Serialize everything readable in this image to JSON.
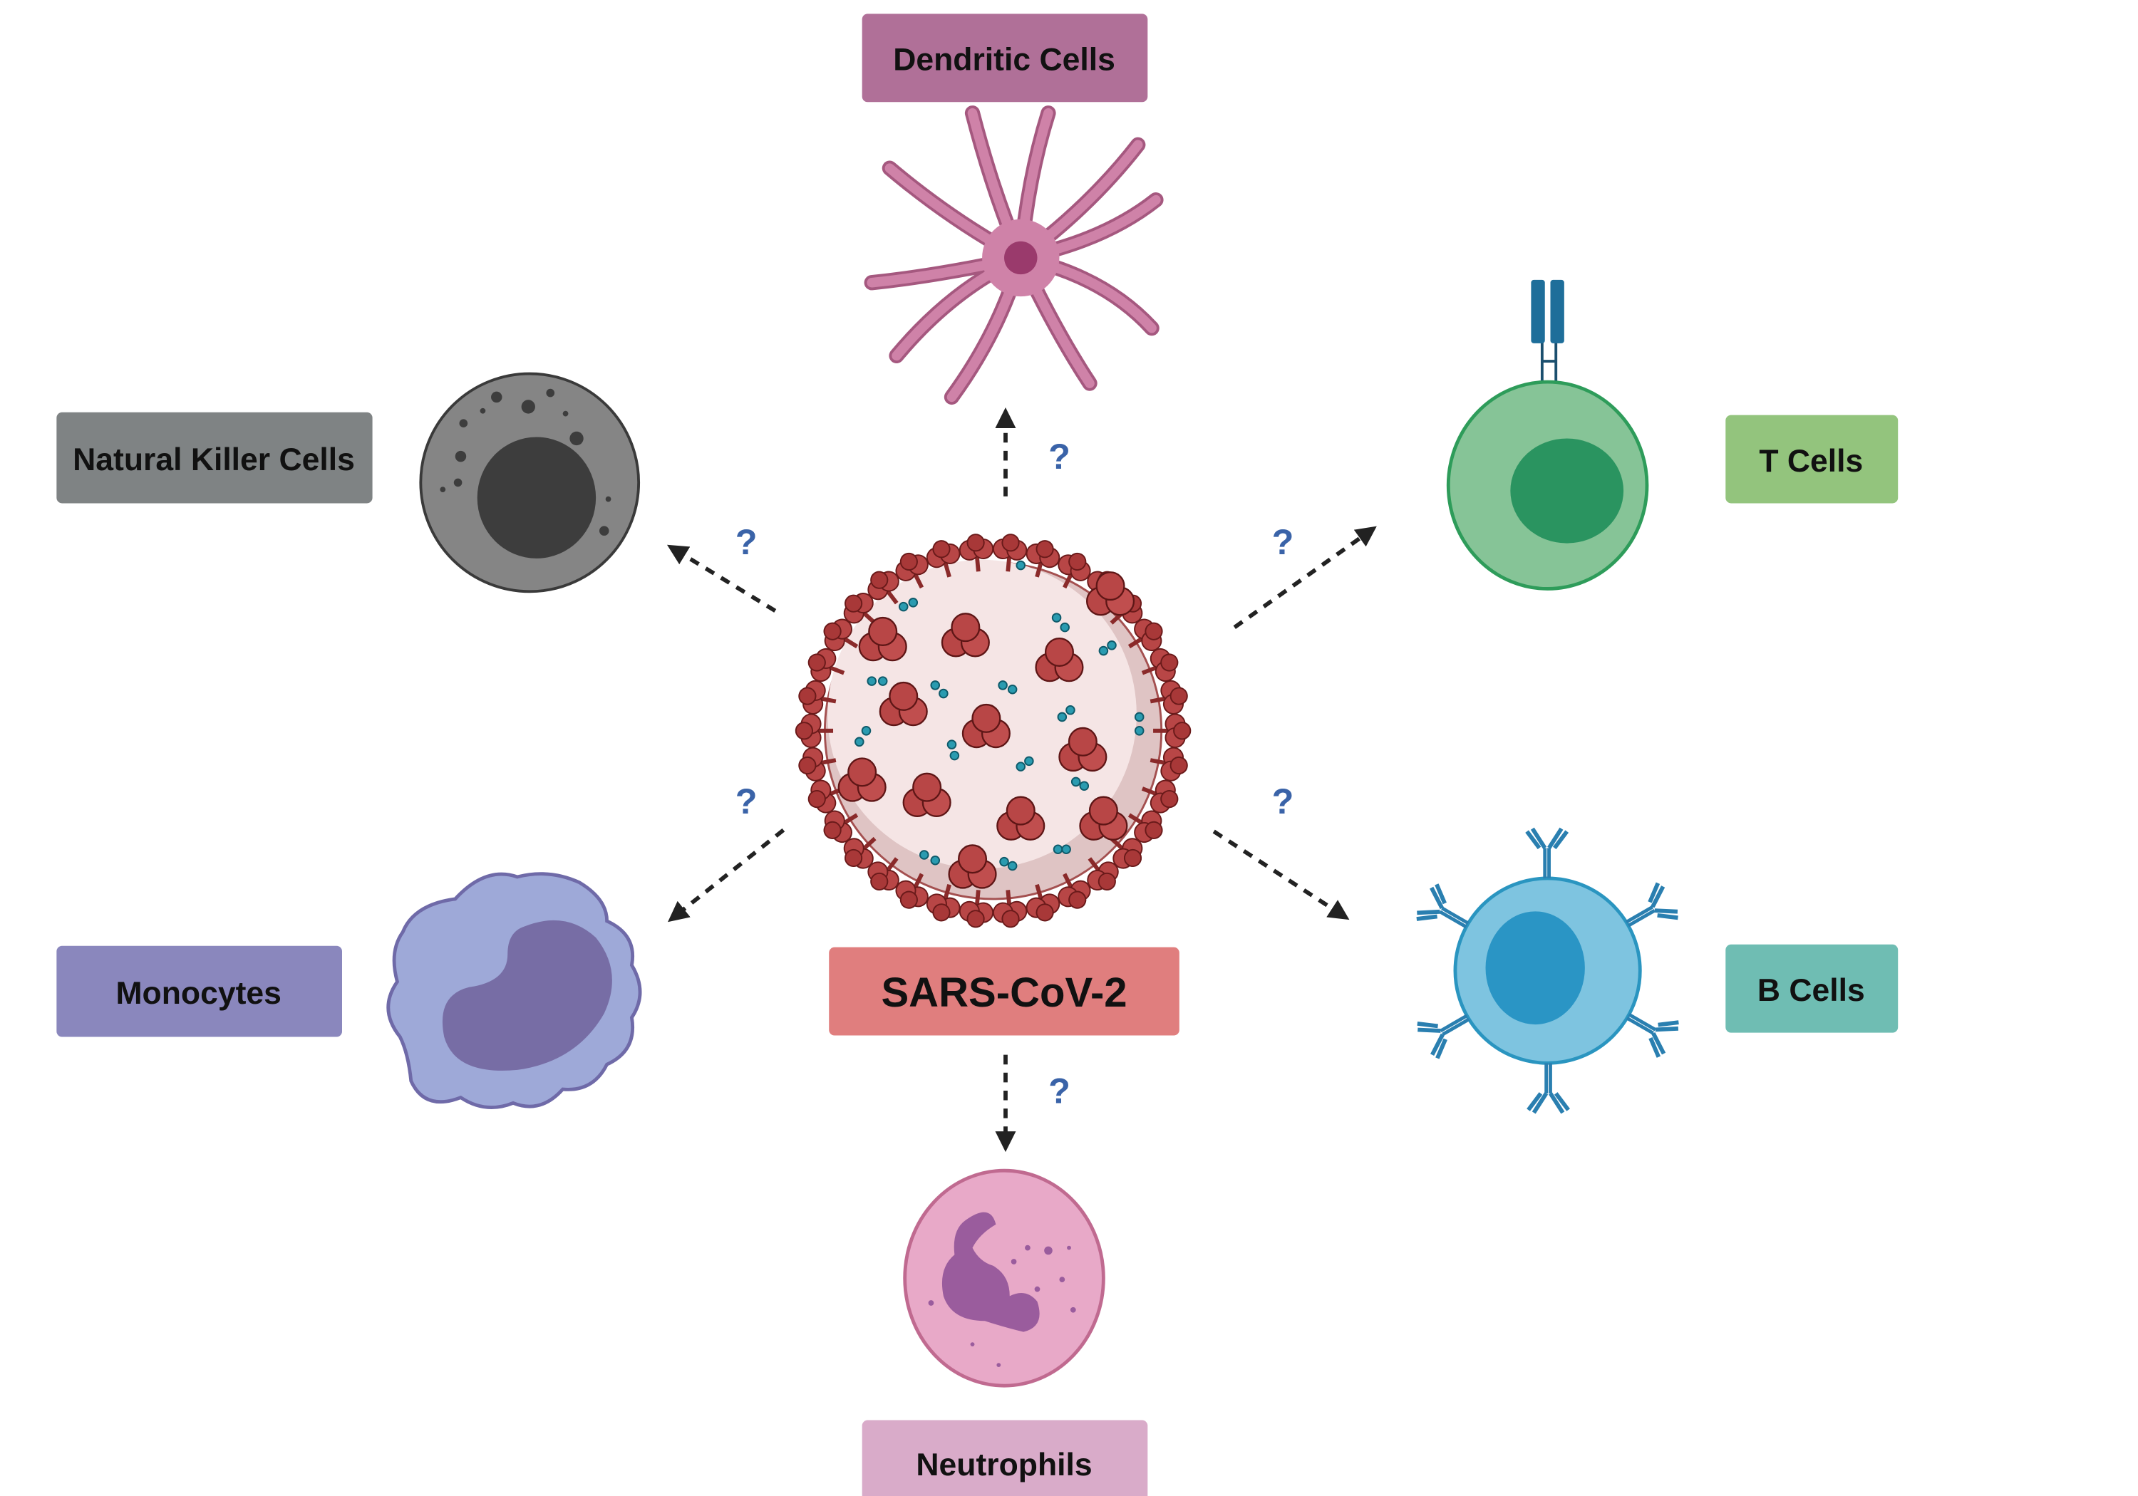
{
  "diagram": {
    "center": {
      "label": "SARS-CoV-2",
      "color": "#e07e7e"
    },
    "cells": [
      {
        "id": "dendritic",
        "label": "Dendritic Cells",
        "color": "#b07098"
      },
      {
        "id": "nk",
        "label": "Natural Killer Cells",
        "color": "#7f8384"
      },
      {
        "id": "t",
        "label": "T Cells",
        "color": "#93c47d"
      },
      {
        "id": "mono",
        "label": "Monocytes",
        "color": "#8a87bd"
      },
      {
        "id": "b",
        "label": "B Cells",
        "color": "#6fbdb3"
      },
      {
        "id": "neutro",
        "label": "Neutrophils",
        "color": "#d9abc9"
      }
    ],
    "unknown_marker": "?",
    "question_color": "#3a63a8"
  }
}
